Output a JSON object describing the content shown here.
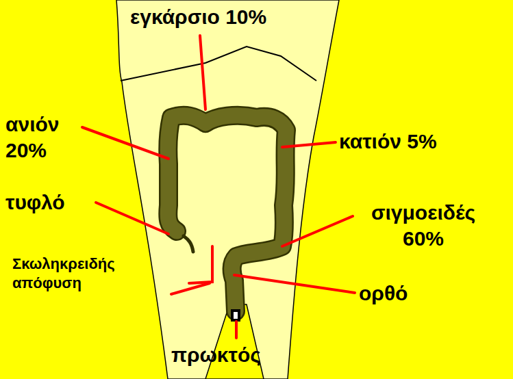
{
  "diagram": {
    "labels": [
      "εγκάρσιο 10%",
      "ανιόν 20%",
      "τυφλό",
      "Σκωληκρειδής απόφυση",
      "κατιόν 5%",
      "σιγμοειδές 60%",
      "ορθό",
      "πρωκτός"
    ]
  }
}
